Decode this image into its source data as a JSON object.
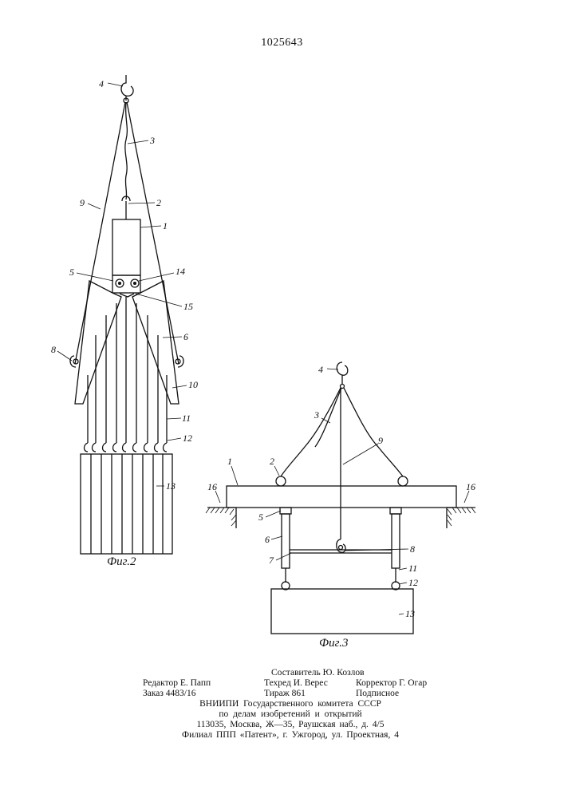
{
  "patent_number": "1025643",
  "figure2": {
    "caption": "Фиг.2",
    "labels": {
      "l4": "4",
      "l3": "3",
      "l2": "2",
      "l9": "9",
      "l1": "1",
      "l5": "5",
      "l14": "14",
      "l15": "15",
      "l6": "6",
      "l8": "8",
      "l10": "10",
      "l11": "11",
      "l12": "12",
      "l13": "13"
    }
  },
  "figure3": {
    "caption": "Фиг.3",
    "labels": {
      "l4": "4",
      "l3": "3",
      "l9": "9",
      "l2": "2",
      "l1": "1",
      "l16a": "16",
      "l16b": "16",
      "l5": "5",
      "l6": "6",
      "l8": "8",
      "l7": "7",
      "l11": "11",
      "l12": "12",
      "l13": "13"
    }
  },
  "imprint": {
    "compiler": "Составитель Ю. Козлов",
    "editor": "Редактор Е. Папп",
    "techred": "Техред И. Верес",
    "corrector": "Корректор Г. Огар",
    "order": "Заказ 4483/16",
    "circulation": "Тираж 861",
    "subscription": "Подписное",
    "org_line1": "ВНИИПИ Государственного комитета СССР",
    "org_line2": "по делам изобретений и открытий",
    "address": "113035, Москва, Ж—35, Раушская наб., д. 4/5",
    "branch": "Филиал ППП «Патент», г. Ужгород, ул. Проектная, 4"
  }
}
